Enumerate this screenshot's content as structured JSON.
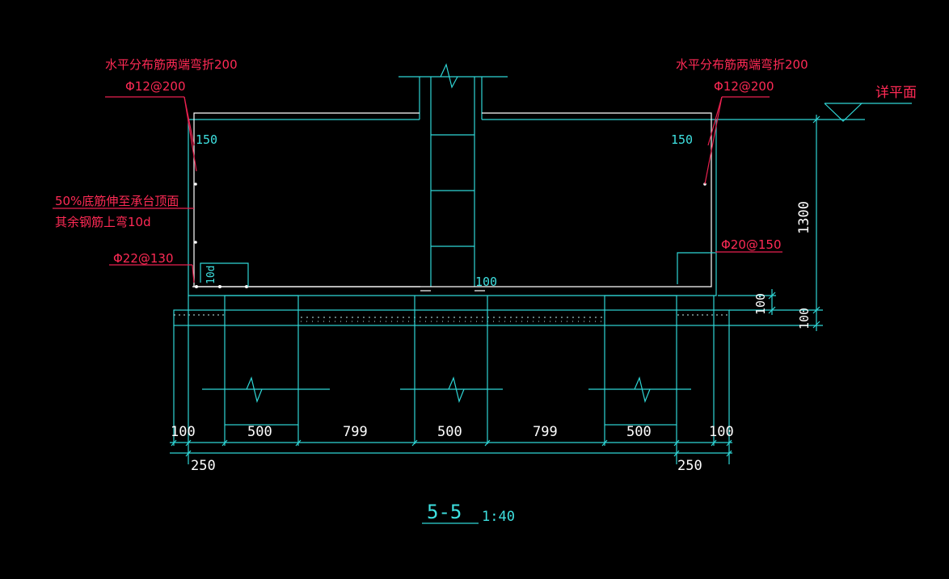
{
  "title": {
    "section": "5-5",
    "scale": "1:40"
  },
  "annotations": {
    "left_top_note": "水平分布筋两端弯折200",
    "left_top_rebar": "Φ12@200",
    "right_top_note": "水平分布筋两端弯折200",
    "right_top_rebar": "Φ12@200",
    "left_note_1": "50%底筋伸至承台顶面",
    "left_note_2": "其余钢筋上弯10d",
    "left_bottom_rebar": "Φ22@130",
    "right_bottom_rebar": "Φ20@150",
    "detail_plane": "详平面",
    "bend_label": "10d",
    "cover_left": "150",
    "cover_right": "150",
    "center_dim": "100"
  },
  "dimensions": {
    "horizontal_top": [
      "100",
      "500",
      "799",
      "500",
      "799",
      "500",
      "100"
    ],
    "horizontal_bottom_left": "250",
    "horizontal_bottom_right": "250",
    "vertical_height": "1300",
    "vertical_small_1": "100",
    "vertical_small_2": "100"
  },
  "colors": {
    "geometry": "#2fd6d6",
    "annotation": "#e8214f",
    "rebar": "#ffffff",
    "background": "#000000"
  }
}
